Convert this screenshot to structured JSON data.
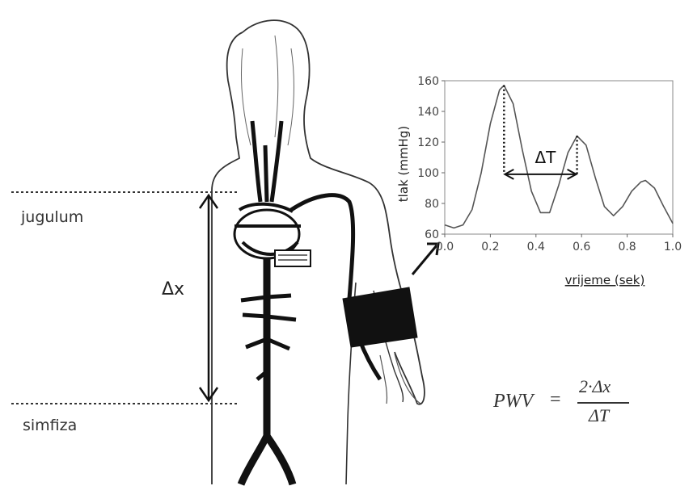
{
  "labels": {
    "top_landmark": "jugulum",
    "bottom_landmark": "simfiza",
    "distance": "Δx"
  },
  "formula": {
    "lhs": "PWV",
    "equals": "=",
    "numerator": "2·Δx",
    "denominator": "ΔT"
  },
  "chart_data": {
    "type": "line",
    "xlabel": "vrijeme (sek)",
    "ylabel": "tlak (mmHg)",
    "xlim": [
      0.0,
      1.0
    ],
    "ylim": [
      60,
      160
    ],
    "x_ticks": [
      "0.0",
      "0.2",
      "0.4",
      "0.6",
      "0.8",
      "1.0"
    ],
    "y_ticks": [
      "60",
      "80",
      "100",
      "120",
      "140",
      "160"
    ],
    "series": [
      {
        "x": [
          0.0,
          0.04,
          0.08,
          0.12,
          0.16,
          0.2,
          0.24,
          0.26,
          0.3,
          0.34,
          0.38,
          0.42,
          0.46,
          0.5,
          0.54,
          0.58,
          0.62,
          0.66,
          0.7,
          0.74,
          0.78,
          0.82,
          0.86,
          0.88,
          0.92,
          0.96,
          1.0
        ],
        "y": [
          66,
          64,
          66,
          76,
          100,
          132,
          154,
          157,
          145,
          115,
          88,
          74,
          74,
          92,
          113,
          124,
          118,
          97,
          78,
          72,
          78,
          88,
          94,
          95,
          90,
          78,
          67
        ]
      }
    ],
    "annotation": {
      "label": "ΔT",
      "from_x": 0.26,
      "to_x": 0.58,
      "at_y": 99
    },
    "color": "#555555"
  }
}
